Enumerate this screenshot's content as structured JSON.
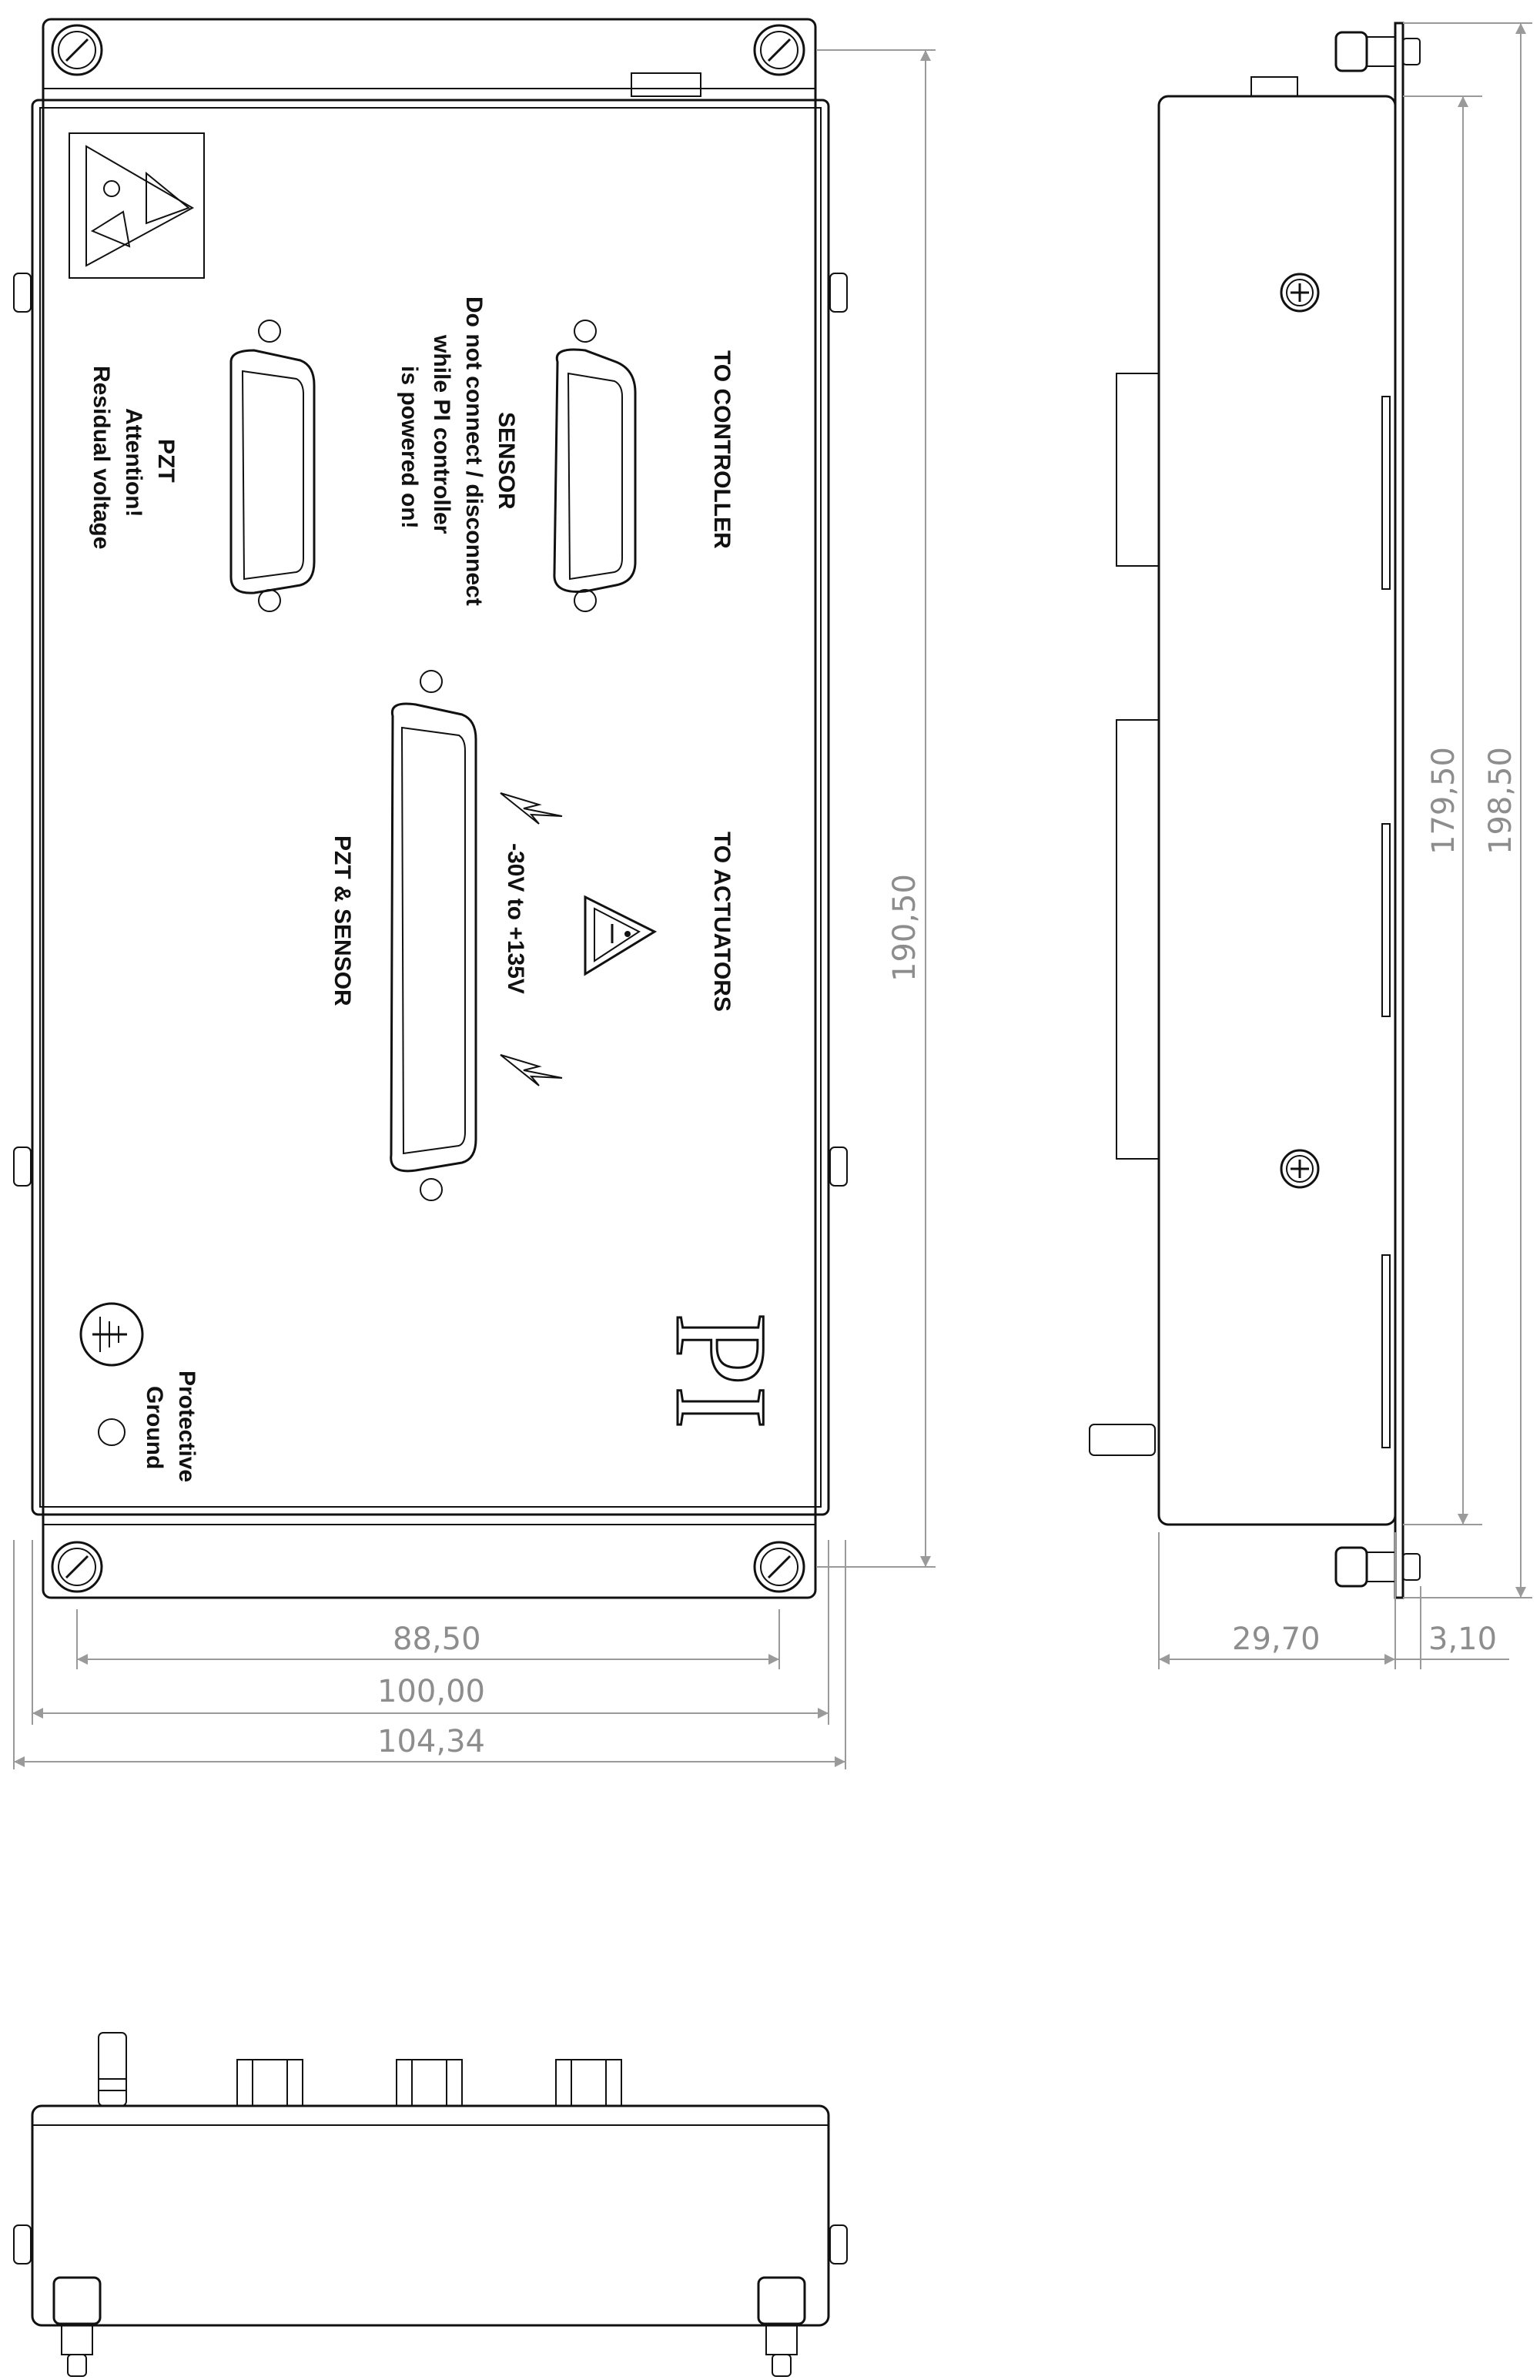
{
  "labels": {
    "to_controller": "TO CONTROLLER",
    "sensor_title": "SENSOR",
    "sensor_warning": [
      "Do not connect / disconnect",
      "while PI controller",
      "is powered on!"
    ],
    "pzt_title": "PZT",
    "pzt_warning": [
      "Attention!",
      "Residual voltage"
    ],
    "to_actuators": "TO ACTUATORS",
    "voltage": "-30V to +135V",
    "pzt_sensor": "PZT & SENSOR",
    "protective_ground": [
      "Protective",
      "Ground"
    ],
    "logo": "PI"
  },
  "dimensions": {
    "inner_width": "88,50",
    "body_width": "100,00",
    "total_width": "104,34",
    "height_front": "190,50",
    "depth": "29,70",
    "flange_thickness": "3,10",
    "height_side_inner": "179,50",
    "height_side_total": "198,50"
  },
  "icons": [
    "esd-warning-icon",
    "high-voltage-warning-icon",
    "lightning-icon",
    "ground-symbol-icon",
    "screw-icon",
    "d-sub-connector-icon"
  ]
}
